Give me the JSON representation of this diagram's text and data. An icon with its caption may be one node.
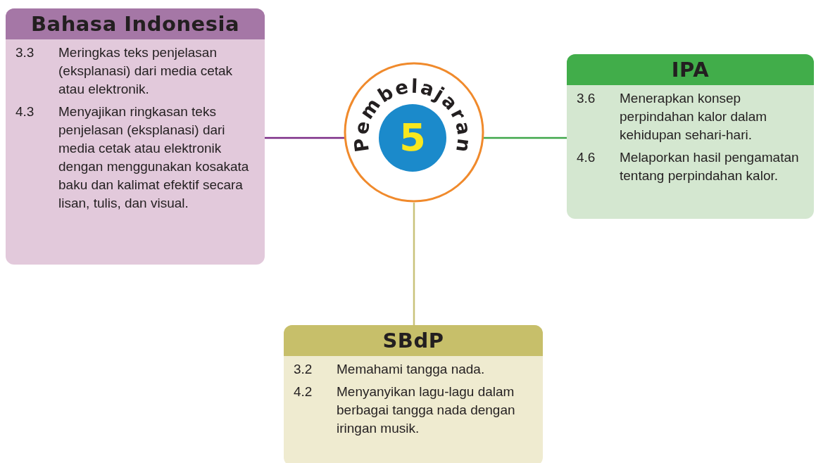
{
  "diagram": {
    "nodes": [
      {
        "text": [
          "Pembelajaran",
          "5"
        ]
      },
      {
        "text": [
          "Bahasa Indonesia",
          "3.3",
          "Meringkas teks penjelasan (eksplanasi) dari media cetak atau elektronik.",
          "4.3",
          "Menyajikan ringkasan teks penjelasan (eksplanasi) dari media cetak atau elektronik dengan menggunakan kosakata baku dan kalimat efektif secara lisan, tulis, dan visual."
        ]
      },
      {
        "text": [
          "IPA",
          "3.6",
          "Menerapkan konsep perpindahan kalor dalam kehidupan sehari-hari.",
          "4.6",
          "Melaporkan hasil pengamatan tentang perpindahan kalor."
        ]
      },
      {
        "text": [
          "SBdP",
          "3.2",
          "Memahami tangga nada.",
          "4.2",
          "Menyanyikan lagu-lagu dalam berbagai tangga nada dengan iringan musik."
        ]
      }
    ],
    "edges": [
      {
        "from": 0,
        "to": 1,
        "arrow": "none",
        "color": "#7b2b86"
      },
      {
        "from": 0,
        "to": 2,
        "arrow": "none",
        "color": "#3fa64a"
      },
      {
        "from": 0,
        "to": 3,
        "arrow": "none",
        "color": "#c9c27a"
      }
    ]
  }
}
